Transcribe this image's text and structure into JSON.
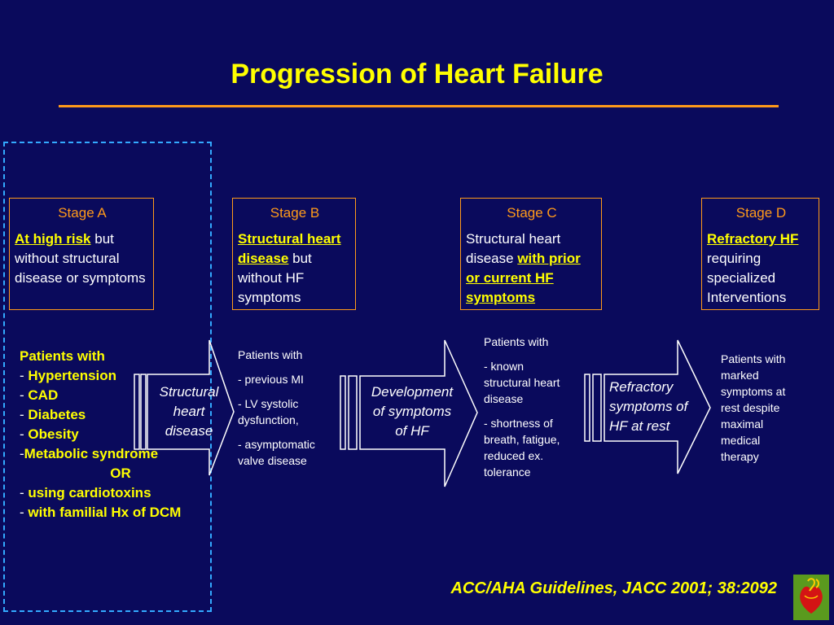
{
  "title": "Progression of Heart Failure",
  "stages": [
    {
      "label": "Stage A",
      "highlight": "At high risk",
      "rest": " but without structural disease or symptoms"
    },
    {
      "label": "Stage B",
      "highlight": "Structural heart disease",
      "rest": " but without HF symptoms"
    },
    {
      "label": "Stage C",
      "pre": "Structural heart disease ",
      "highlight": "with prior or current HF symptoms"
    },
    {
      "label": "Stage D",
      "highlight": "Refractory HF",
      "rest": " requiring specialized Interventions"
    }
  ],
  "risk_factors": {
    "heading": "Patients with",
    "items": [
      "Hypertension",
      "CAD",
      "Diabetes",
      "Obesity",
      "Metabolic syndrome"
    ],
    "or_label": "OR",
    "items2": [
      "using cardiotoxins",
      "with familial Hx of DCM"
    ]
  },
  "arrows": [
    {
      "label": "Structural\nheart\ndisease"
    },
    {
      "label": "Development\nof symptoms\nof HF"
    },
    {
      "label": "Refractory\nsymptoms of\nHF at rest"
    }
  ],
  "stage_b_details": [
    "Patients with",
    "- previous MI",
    "- LV systolic\ndysfunction,",
    "- asymptomatic\nvalve disease"
  ],
  "stage_c_details": [
    "Patients with",
    "- known\nstructural heart\ndisease",
    "- shortness of\nbreath, fatigue,\nreduced ex.\ntolerance"
  ],
  "stage_d_details": "Patients with\nmarked\nsymptoms at\nrest despite\nmaximal\nmedical\ntherapy",
  "citation": "ACC/AHA Guidelines, JACC 2001; 38:2092",
  "colors": {
    "background": "#0a0a5c",
    "accent": "#ffff00",
    "border": "#ff9a1a",
    "dashed": "#33aaff"
  }
}
